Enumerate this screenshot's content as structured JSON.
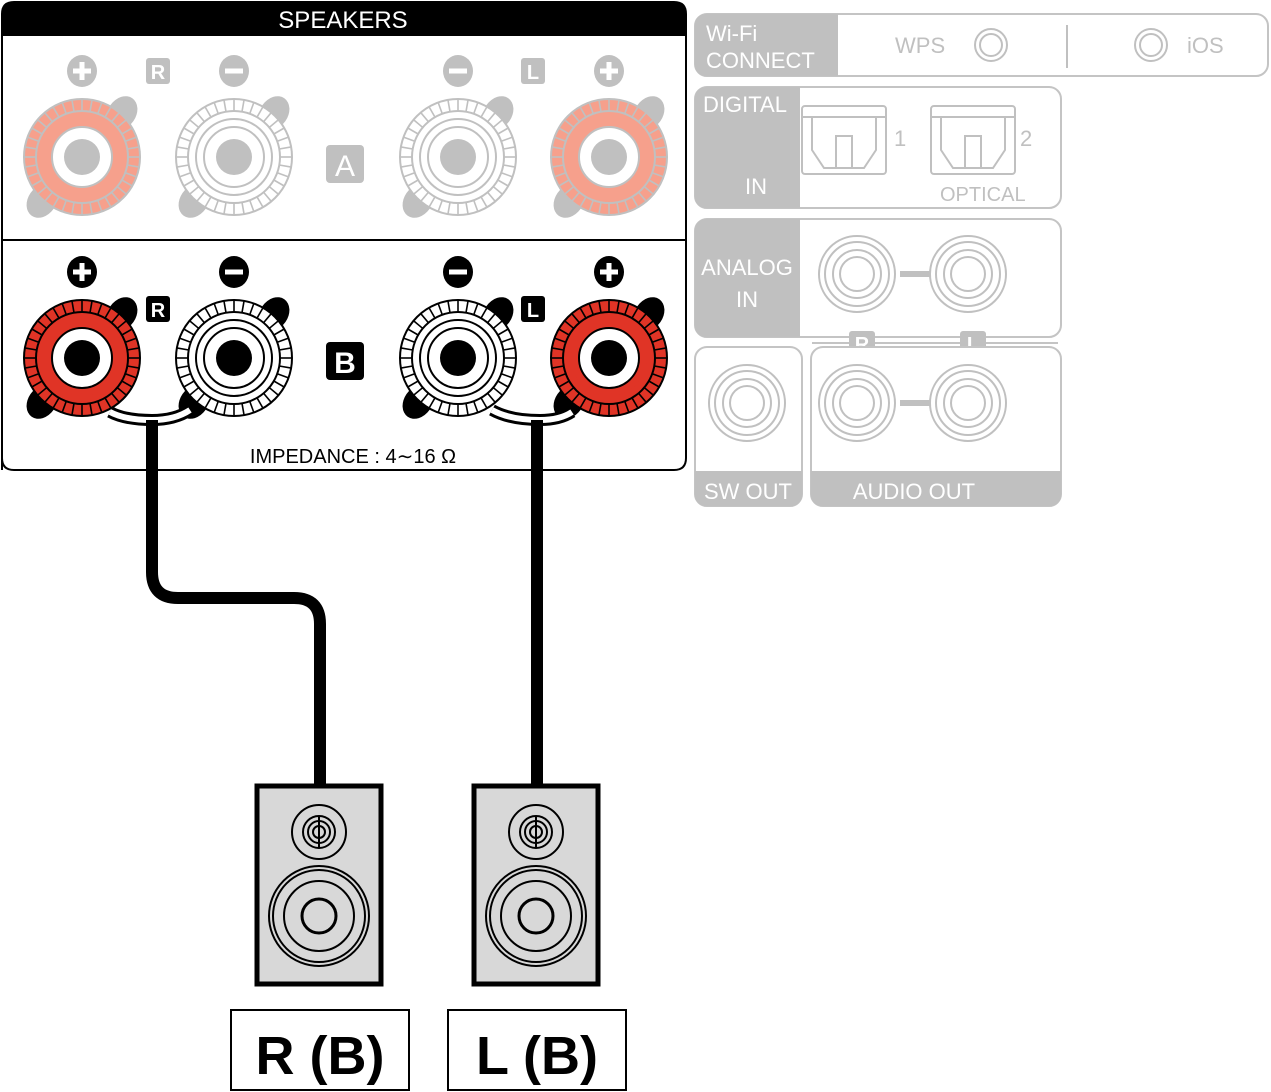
{
  "speakers_panel": {
    "title": "SPEAKERS",
    "set_a": {
      "label": "A",
      "right_badge": "R",
      "left_badge": "L",
      "plus": "+",
      "minus": "−"
    },
    "set_b": {
      "label": "B",
      "right_badge": "R",
      "left_badge": "L",
      "plus": "+",
      "minus": "−"
    },
    "impedance": "IMPEDANCE : 4∼16 Ω"
  },
  "other_panels": {
    "wifi": {
      "label_line1": "Wi-Fi",
      "label_line2": "CONNECT",
      "wps": "WPS",
      "ios": "iOS"
    },
    "digital": {
      "label_top": "DIGITAL",
      "label_bottom": "IN",
      "port1": "1",
      "port2": "2",
      "type": "OPTICAL"
    },
    "analog": {
      "label_line1": "ANALOG",
      "label_line2": "IN"
    },
    "channels": {
      "right": "R",
      "left": "L"
    },
    "sw_out": "SW OUT",
    "audio_out": "AUDIO OUT"
  },
  "speakers": [
    {
      "name": "right-speaker",
      "label": "R (B)"
    },
    {
      "name": "left-speaker",
      "label": "L (B)"
    }
  ],
  "colors": {
    "active_red": "#e03426",
    "faded_red": "#f6a08c",
    "faded_gray": "#c0c0c0",
    "panel_gray": "#bdbdbd",
    "speaker_fill": "#d8d8d8",
    "black": "#000000"
  }
}
